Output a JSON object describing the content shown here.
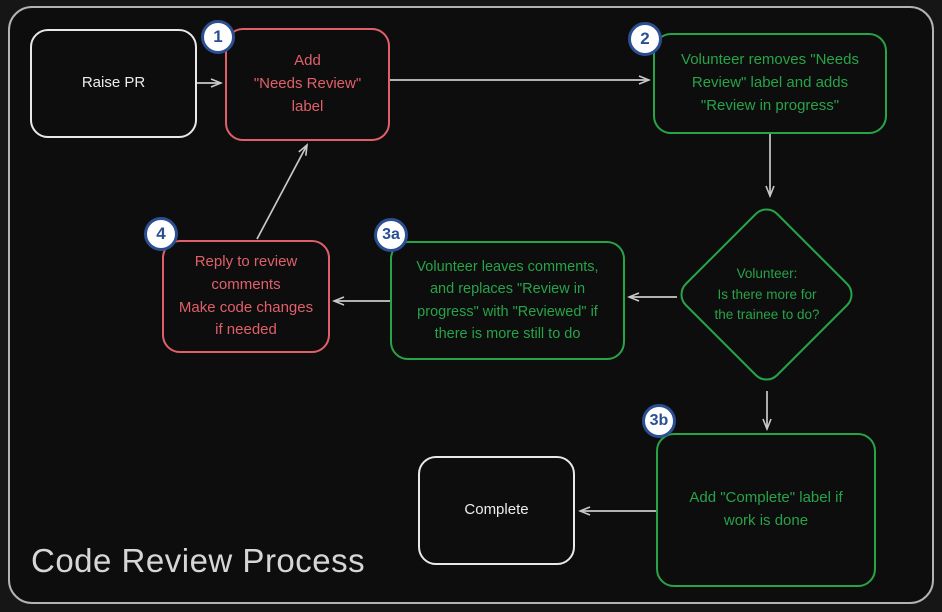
{
  "title": "Code Review Process",
  "nodes": {
    "raise_pr": {
      "label": "Raise PR"
    },
    "step1": {
      "badge": "1",
      "label": "Add\n\"Needs Review\"\nlabel"
    },
    "step2": {
      "badge": "2",
      "label": "Volunteer removes \"Needs\nReview\" label and adds\n\"Review in progress\""
    },
    "decision": {
      "label": "Volunteer:\nIs there more for\nthe trainee to do?"
    },
    "step3a": {
      "badge": "3a",
      "label": "Volunteer leaves comments,\nand replaces \"Review in\nprogress\" with \"Reviewed\" if\nthere is more still to do"
    },
    "step4": {
      "badge": "4",
      "label": "Reply to review\ncomments\nMake code changes\nif needed"
    },
    "step3b": {
      "badge": "3b",
      "label": "Add \"Complete\" label if\nwork is done"
    },
    "complete": {
      "label": "Complete"
    }
  },
  "colors": {
    "background": "#161616",
    "panel": "#0d0d0d",
    "frame-border": "#b3b3b3",
    "red": "#e0606a",
    "green": "#27a348",
    "white-node": "#e8e8e8",
    "arrow": "#c9c9c9",
    "badge-blue": "#2b4f92",
    "badge-fill": "#ffffff",
    "title": "#d6d6d6"
  }
}
